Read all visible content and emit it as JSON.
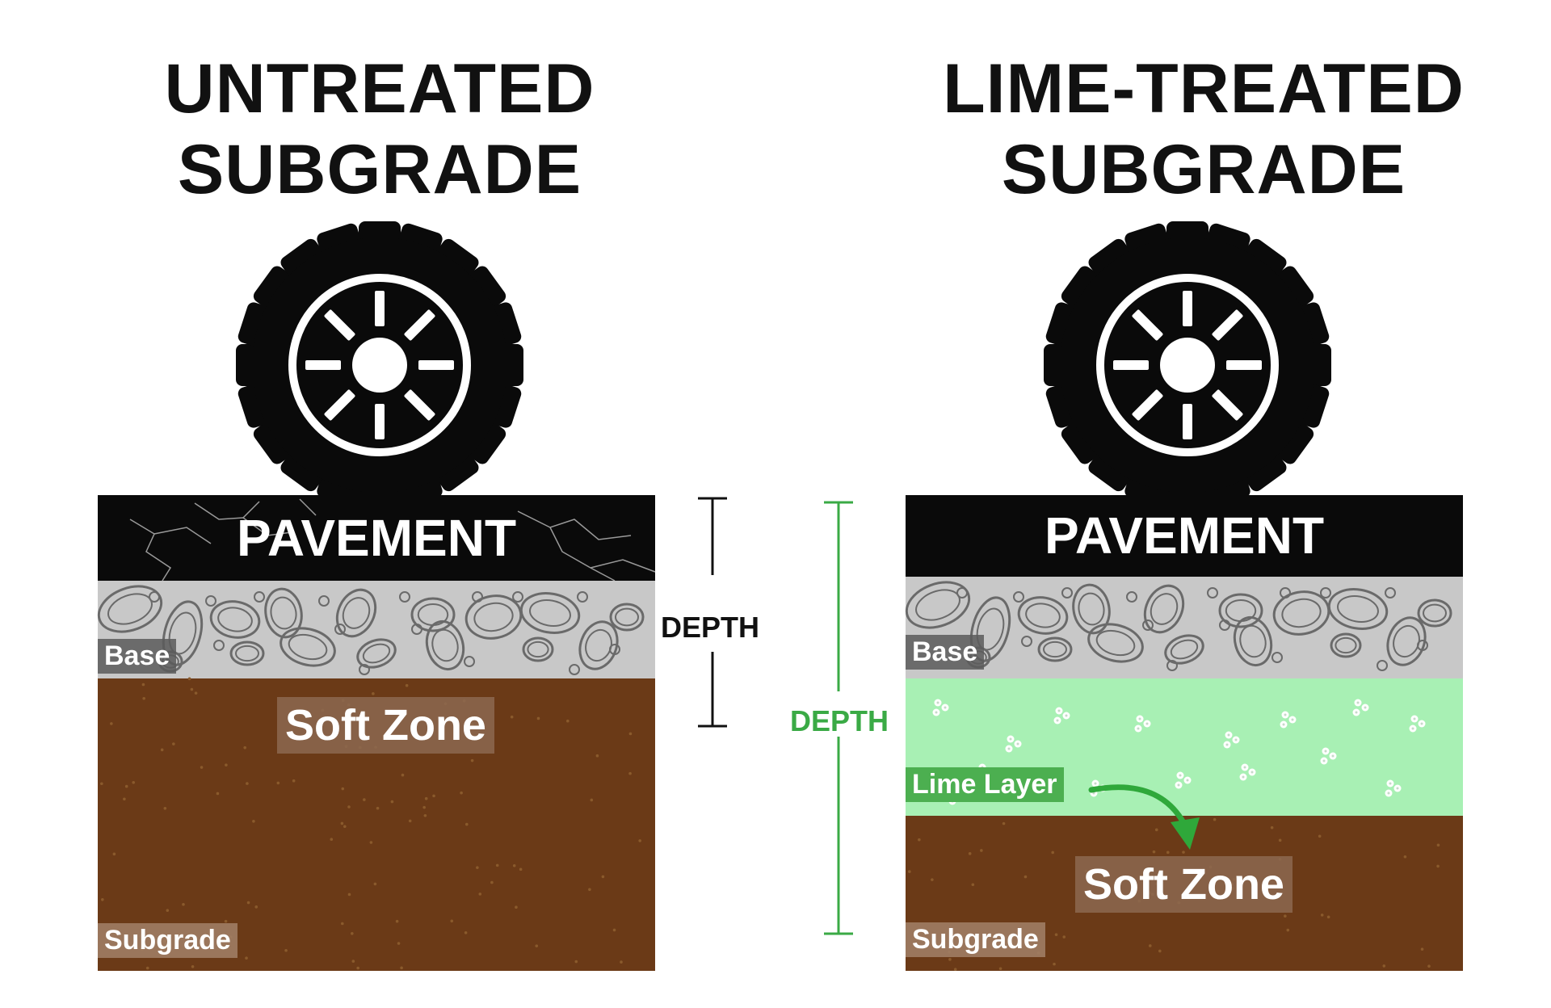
{
  "left": {
    "title_line1": "UNTREATED",
    "title_line2": "SUBGRADE",
    "pavement": "PAVEMENT",
    "base": "Base",
    "soft_zone": "Soft Zone",
    "subgrade": "Subgrade",
    "depth": "DEPTH"
  },
  "right": {
    "title_line1": "LIME-TREATED",
    "title_line2": "SUBGRADE",
    "pavement": "PAVEMENT",
    "base": "Base",
    "lime_layer": "Lime Layer",
    "soft_zone": "Soft Zone",
    "subgrade": "Subgrade",
    "depth": "DEPTH"
  },
  "colors": {
    "pavement": "#0a0a0a",
    "base": "#c8c8c8",
    "subgrade": "#6b3a17",
    "lime": "#a8f0b4",
    "depth_left": "#111111",
    "depth_right": "#3aaa45",
    "arrow": "#2fa83a"
  },
  "icons": {
    "tire": "tire-icon",
    "crack": "crack-lines",
    "rocks": "aggregate-rocks",
    "lime_particles": "lime-particles",
    "arrow": "curved-arrow-icon"
  }
}
